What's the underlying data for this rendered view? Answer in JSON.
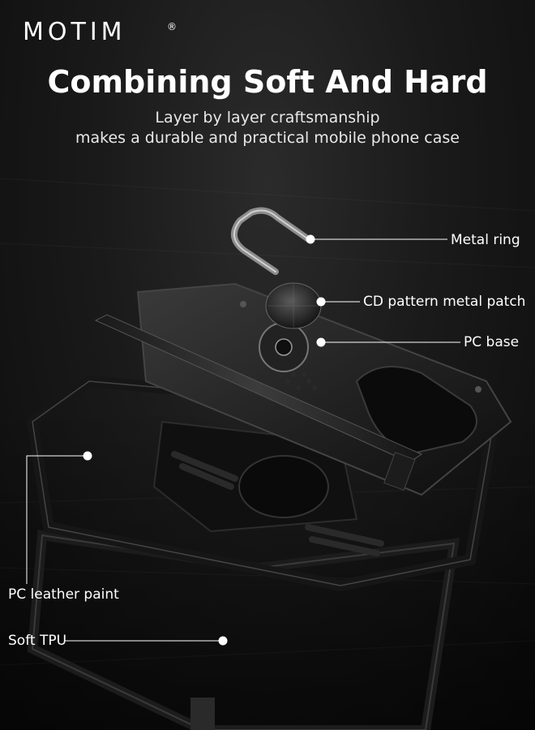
{
  "brand": {
    "logo_text": "MOTIM",
    "registered_mark": "®"
  },
  "headline": "Combining Soft And Hard",
  "subheadline": {
    "line1": "Layer by layer craftsmanship",
    "line2": "makes a durable and practical mobile phone case"
  },
  "callouts": {
    "metal_ring": "Metal ring",
    "cd_patch": "CD pattern metal patch",
    "pc_base": "PC base",
    "pc_leather": "PC leather paint",
    "soft_tpu": "Soft TPU"
  },
  "colors": {
    "background": "#141414",
    "text": "#ffffff",
    "accent_metal": "#9a9a9a"
  }
}
